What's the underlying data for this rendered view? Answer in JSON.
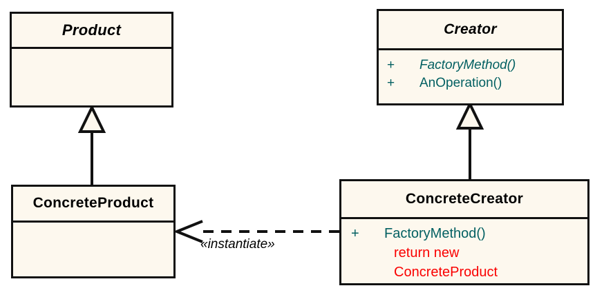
{
  "diagram": {
    "type": "uml-class-diagram",
    "pattern_name": "Factory Method",
    "background_color": "#ffffff",
    "box_fill_color": "#fdf8ee",
    "border_color": "#111111",
    "method_text_color": "#036062",
    "code_text_color": "#fa0000",
    "title_text_color": "#000000"
  },
  "classes": {
    "product": {
      "name": "Product",
      "abstract": true,
      "members": []
    },
    "creator": {
      "name": "Creator",
      "abstract": true,
      "members": [
        {
          "visibility": "+",
          "name": "FactoryMethod()",
          "abstract": true
        },
        {
          "visibility": "+",
          "name": "AnOperation()",
          "abstract": false
        }
      ]
    },
    "concrete_product": {
      "name": "ConcreteProduct",
      "abstract": false,
      "members": []
    },
    "concrete_creator": {
      "name": "ConcreteCreator",
      "abstract": false,
      "members": [
        {
          "visibility": "+",
          "name": "FactoryMethod()",
          "abstract": false
        }
      ],
      "code_lines": [
        "return new",
        "ConcreteProduct"
      ]
    }
  },
  "relationships": {
    "generalization_product": {
      "kind": "generalization",
      "from": "ConcreteProduct",
      "to": "Product"
    },
    "generalization_creator": {
      "kind": "generalization",
      "from": "ConcreteCreator",
      "to": "Creator"
    },
    "dependency_instantiate": {
      "kind": "dependency",
      "from": "ConcreteCreator",
      "to": "ConcreteProduct",
      "stereotype": "«instantiate»"
    }
  }
}
